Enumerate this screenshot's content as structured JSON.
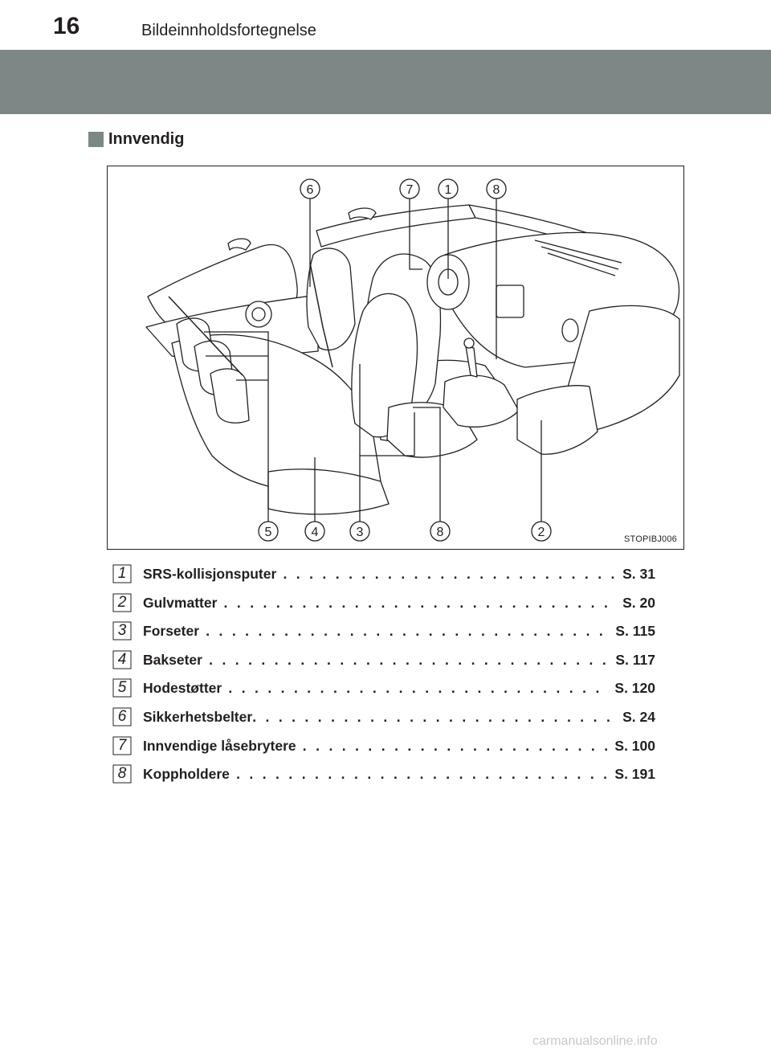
{
  "header": {
    "page_number": "16",
    "title": "Bildeinnholdsfortegnelse"
  },
  "section": {
    "title": "Innvendig"
  },
  "figure": {
    "code": "STOPIBJ006",
    "callouts_top": [
      "6",
      "7",
      "1",
      "8"
    ],
    "callouts_bottom": [
      "5",
      "4",
      "3",
      "8",
      "2"
    ]
  },
  "items": [
    {
      "number": "1",
      "label": "SRS-kollisjonsputer",
      "page": "S. 31"
    },
    {
      "number": "2",
      "label": "Gulvmatter",
      "page": "S. 20"
    },
    {
      "number": "3",
      "label": "Forseter",
      "page": "S. 115"
    },
    {
      "number": "4",
      "label": "Bakseter",
      "page": "S. 117"
    },
    {
      "number": "5",
      "label": "Hodestøtter",
      "page": "S. 120"
    },
    {
      "number": "6",
      "label": "Sikkerhetsbelter",
      "page": "S. 24"
    },
    {
      "number": "7",
      "label": "Innvendige låsebrytere",
      "page": "S. 100"
    },
    {
      "number": "8",
      "label": "Koppholdere",
      "page": "S. 191"
    }
  ],
  "footer": {
    "watermark": "carmanualsonline.info"
  }
}
